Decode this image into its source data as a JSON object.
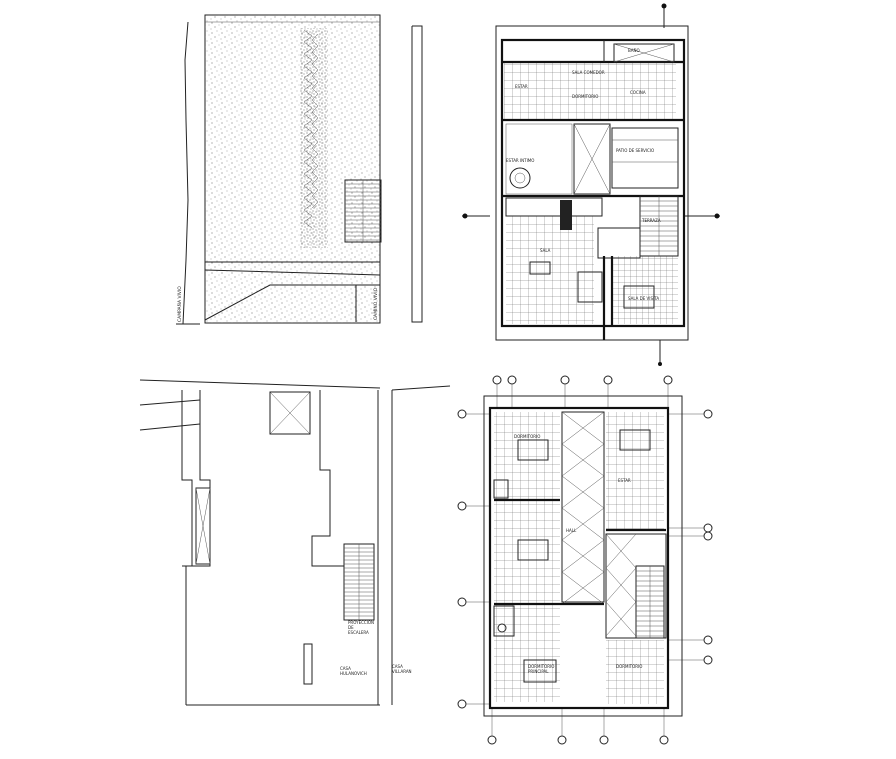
{
  "drawing": {
    "panels": [
      {
        "id": "site-plan",
        "labels": {
          "left_street": "CAMPAÑA VIVIO",
          "right_street": "CAMINO VIVIO"
        }
      },
      {
        "id": "ground-floor-plan",
        "labels": {
          "room_1": "SALA COMEDOR",
          "room_2": "COCINA",
          "room_3": "ESTAR",
          "room_4": "DORMITORIO",
          "room_5": "PATIO DE SERVICIO",
          "room_6": "SALA",
          "room_7": "ESTAR INTIMO",
          "room_8": "SALA DE VISITA",
          "room_9": "TERRAZA",
          "room_10": "BAÑO"
        }
      },
      {
        "id": "neighbor-plan",
        "labels": {
          "neighbor_1": "CASA\nHULANOVICH",
          "neighbor_2": "CASA\nVILLARAN",
          "stair_note": "PROYECCION\nDE\nESCALERA"
        }
      },
      {
        "id": "upper-floor-plan",
        "labels": {
          "room_1": "DORMITORIO",
          "room_2": "DORMITORIO\nPRINCIPAL",
          "room_3": "ESTAR",
          "room_4": "HALL",
          "room_5": "DORMITORIO"
        }
      }
    ]
  }
}
